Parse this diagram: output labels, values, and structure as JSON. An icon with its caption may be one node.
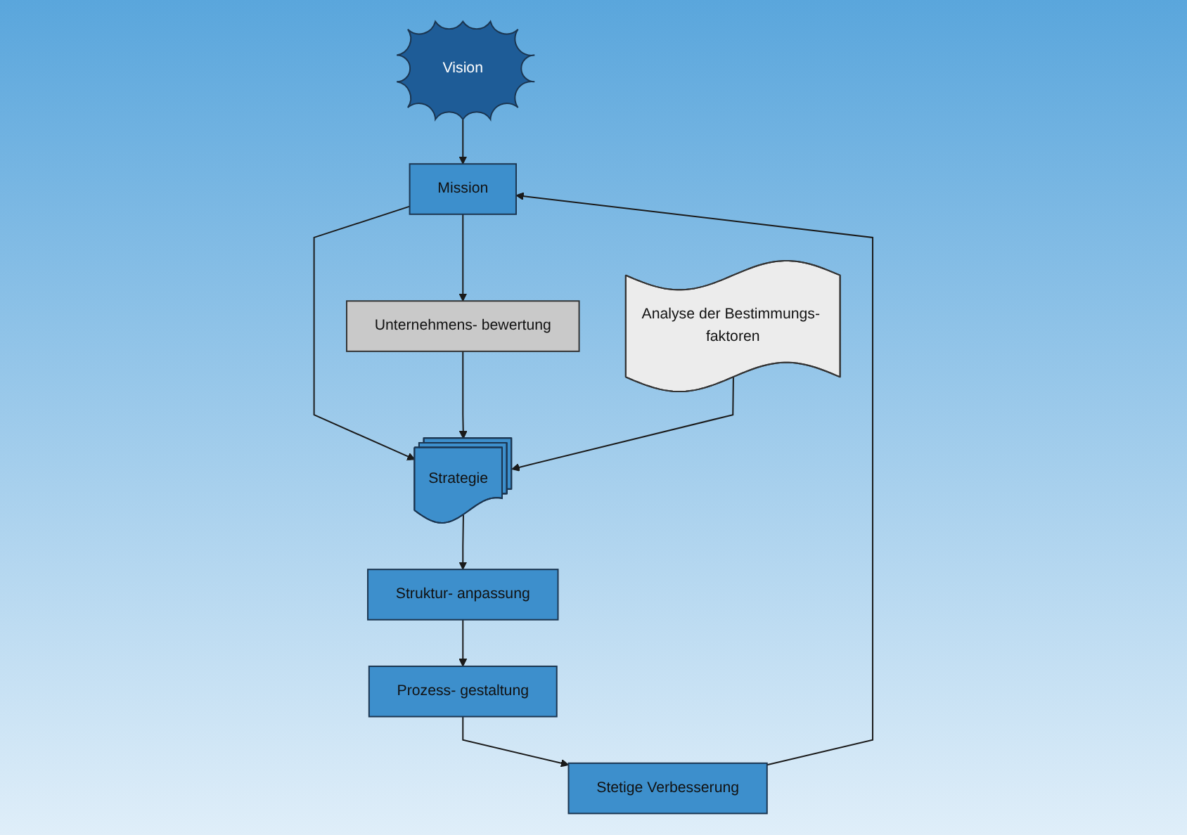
{
  "diagram": {
    "nodes": [
      {
        "text": [
          "Vision"
        ]
      },
      {
        "text": [
          "Mission"
        ]
      },
      {
        "text": [
          "Unternehmens- bewertung"
        ]
      },
      {
        "text": [
          "Analyse der Bestimmungs- faktoren"
        ]
      },
      {
        "text": [
          "Strategie"
        ]
      },
      {
        "text": [
          "Struktur- anpassung"
        ]
      },
      {
        "text": [
          "Prozess- gestaltung"
        ]
      },
      {
        "text": [
          "Stetige Verbesserung"
        ]
      }
    ],
    "edges": [
      {
        "from": 0,
        "to": 1,
        "arrow": "to"
      },
      {
        "from": 1,
        "to": 4,
        "arrow": "to"
      },
      {
        "from": 1,
        "to": 2,
        "arrow": "to"
      },
      {
        "from": 2,
        "to": 4,
        "arrow": "to"
      },
      {
        "from": 3,
        "to": 4,
        "arrow": "to"
      },
      {
        "from": 4,
        "to": 5,
        "arrow": "to"
      },
      {
        "from": 5,
        "to": 6,
        "arrow": "to"
      },
      {
        "from": 6,
        "to": 7,
        "arrow": "to"
      },
      {
        "from": 7,
        "to": 1,
        "arrow": "to"
      }
    ]
  }
}
